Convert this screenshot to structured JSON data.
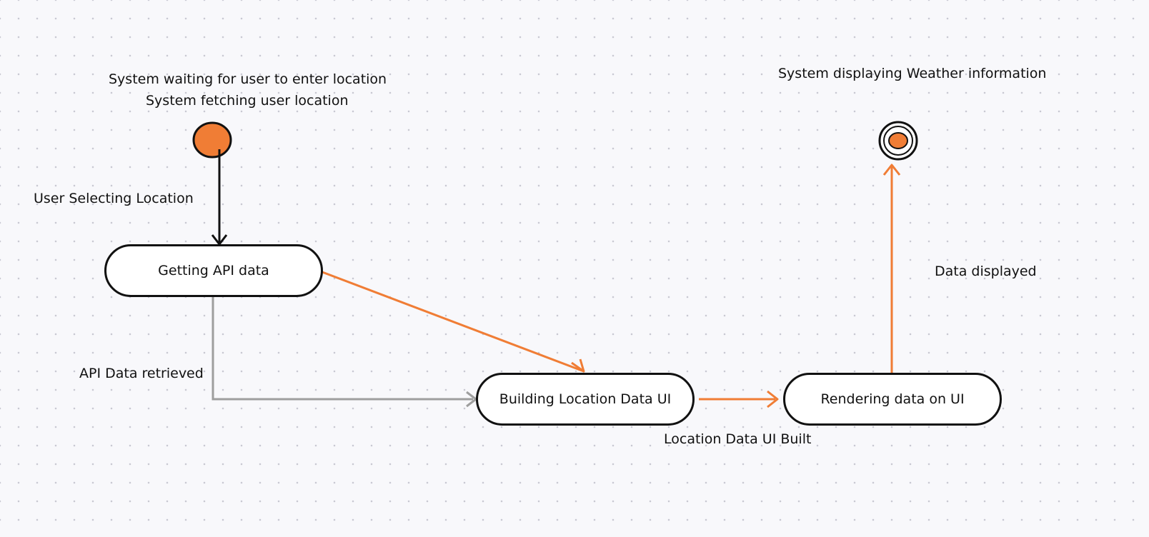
{
  "colors": {
    "background": "#f8f8fb",
    "accent": "#f07d35",
    "outline": "#111111",
    "neutral_arrow": "#9e9e9e"
  },
  "diagram": {
    "type": "state-machine",
    "start_state": {
      "label_lines": [
        "System waiting for user to enter location",
        "System fetching user location"
      ]
    },
    "end_state": {
      "label": "System displaying Weather information"
    },
    "states": [
      {
        "id": "getting_api",
        "label": "Getting API data"
      },
      {
        "id": "building_ui",
        "label": "Building Location Data UI"
      },
      {
        "id": "rendering",
        "label": "Rendering data on UI"
      }
    ],
    "transitions": [
      {
        "from": "start",
        "to": "getting_api",
        "label": "User Selecting Location"
      },
      {
        "from": "getting_api",
        "to": "building_ui",
        "label": "API Data retrieved"
      },
      {
        "from": "getting_api",
        "to": "building_ui",
        "label": ""
      },
      {
        "from": "building_ui",
        "to": "rendering",
        "label": "Location Data UI Built"
      },
      {
        "from": "rendering",
        "to": "end",
        "label": "Data displayed"
      }
    ]
  }
}
